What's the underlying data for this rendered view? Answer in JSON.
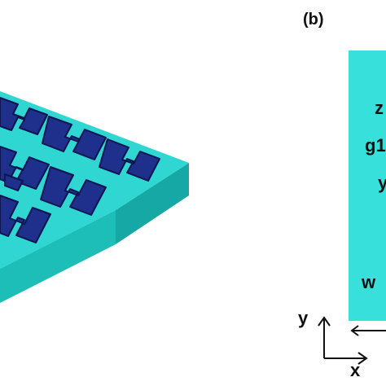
{
  "panel_b": {
    "label": "(b)",
    "param_labels": {
      "z": "z",
      "g1": "g1",
      "y_param": "y",
      "w": "w"
    },
    "axis_labels": {
      "y": "y",
      "x": "x"
    }
  },
  "colors": {
    "substrate_top": "#2fd6d2",
    "substrate_front": "#1dbdb8",
    "substrate_side": "#16a8a4",
    "metal_top": "#1e2f8c",
    "metal_side": "#101a55",
    "panel_b_fill": "#38e0dc"
  }
}
